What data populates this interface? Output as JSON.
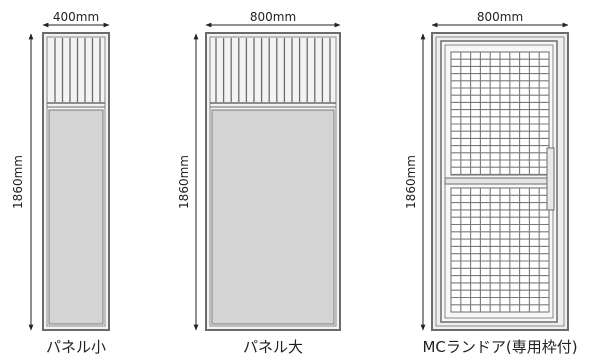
{
  "items": [
    {
      "name": "パネル小",
      "width_label": "400mm",
      "height_label": "1860mm"
    },
    {
      "name": "パネル大",
      "width_label": "800mm",
      "height_label": "1860mm"
    },
    {
      "name": "MCランドア(専用枠付)",
      "width_label": "800mm",
      "height_label": "1860mm"
    }
  ],
  "colors": {
    "frame": "#6b6b6b",
    "panel_fill": "#d4d4d4",
    "dimension_line": "#222222"
  }
}
